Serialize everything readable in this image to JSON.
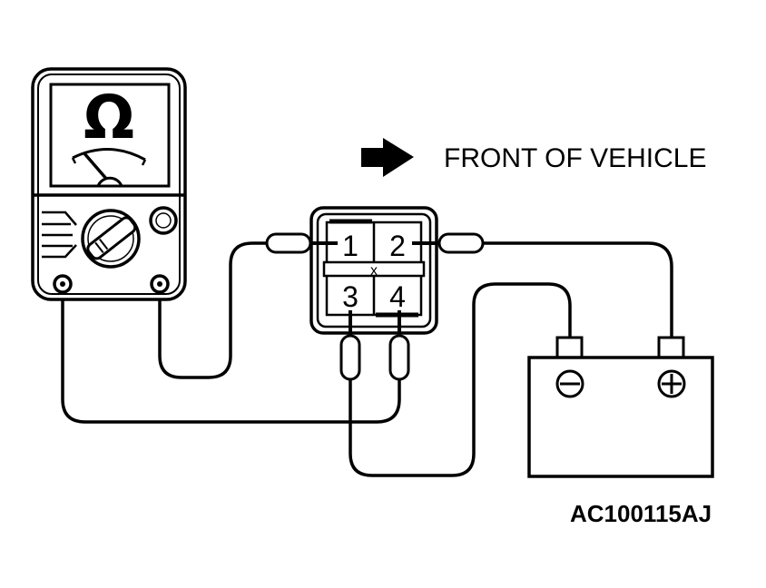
{
  "diagram": {
    "direction_label": "FRONT OF VEHICLE",
    "reference_code": "AC100115AJ",
    "meter_symbol": "Ω",
    "relay_terminals": [
      "1",
      "2",
      "3",
      "4"
    ],
    "relay_center_mark": "x",
    "battery_terminals": [
      "negative",
      "positive"
    ],
    "icons": [
      "ohmmeter-icon",
      "arrow-right-icon",
      "battery-icon",
      "relay-connector-icon"
    ]
  }
}
